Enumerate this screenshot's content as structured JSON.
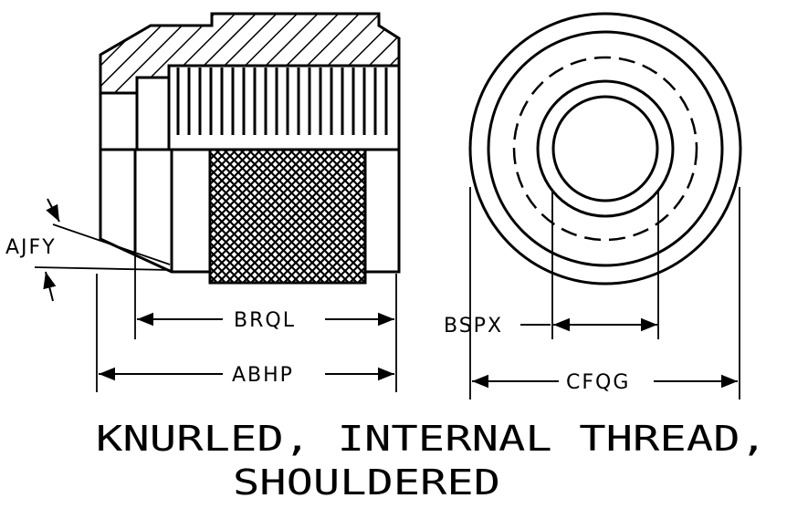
{
  "dimensions": {
    "ajfy": "AJFY",
    "brql": "BRQL",
    "abhp": "ABHP",
    "bspx": "BSPX",
    "cfqg": "CFQG"
  },
  "caption": {
    "line1": "KNURLED, INTERNAL THREAD,",
    "line2": "SHOULDERED"
  }
}
